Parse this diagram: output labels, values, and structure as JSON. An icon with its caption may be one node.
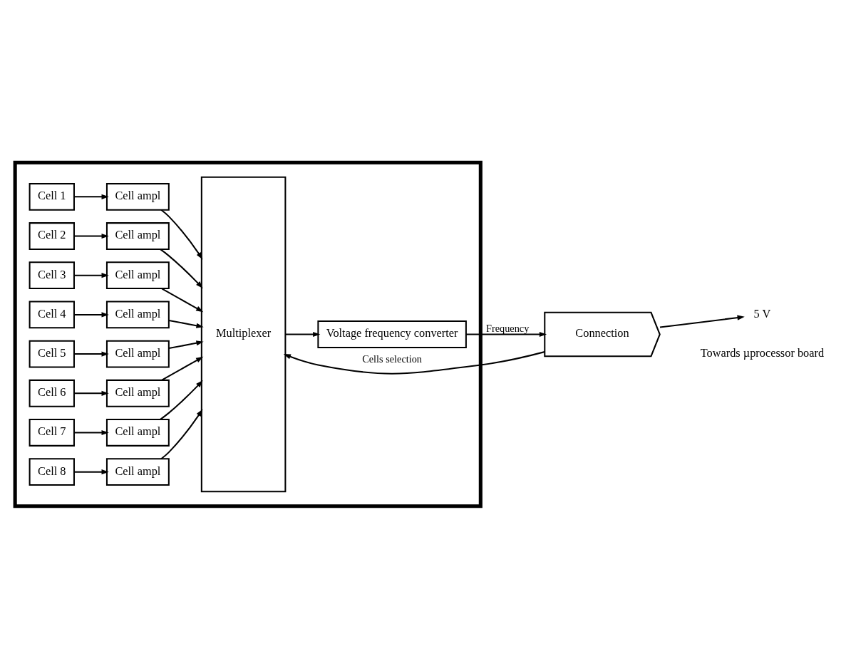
{
  "diagram": {
    "nodes": [
      {
        "text": [],
        "shape": "box"
      },
      {
        "text": [
          "Cell 1"
        ],
        "in": 0
      },
      {
        "text": [
          "Cell 2"
        ],
        "in": 0
      },
      {
        "text": [
          "Cell 3"
        ],
        "in": 0
      },
      {
        "text": [
          "Cell 4"
        ],
        "in": 0
      },
      {
        "text": [
          "Cell 5"
        ],
        "in": 0
      },
      {
        "text": [
          "Cell 6"
        ],
        "in": 0
      },
      {
        "text": [
          "Cell 7"
        ],
        "in": 0
      },
      {
        "text": [
          "Cell 8"
        ],
        "in": 0
      },
      {
        "text": [
          "Cell ampl"
        ],
        "in": 0
      },
      {
        "text": [
          "Cell ampl"
        ],
        "in": 0
      },
      {
        "text": [
          "Cell ampl"
        ],
        "in": 0
      },
      {
        "text": [
          "Cell ampl"
        ],
        "in": 0
      },
      {
        "text": [
          "Cell ampl"
        ],
        "in": 0
      },
      {
        "text": [
          "Cell ampl"
        ],
        "in": 0
      },
      {
        "text": [
          "Cell ampl"
        ],
        "in": 0
      },
      {
        "text": [
          "Cell ampl"
        ],
        "in": 0
      },
      {
        "text": [
          "Multiplexer"
        ],
        "in": 0
      },
      {
        "text": [
          "Voltage frequency converter"
        ],
        "in": 0
      },
      {
        "text": [
          "Connection"
        ],
        "beside": [
          "Towards µprocessor board"
        ]
      },
      {
        "text": [
          "5 V"
        ]
      }
    ],
    "edges": [
      {
        "from": 1,
        "to": 9,
        "arrow": "to"
      },
      {
        "from": 2,
        "to": 10,
        "arrow": "to"
      },
      {
        "from": 3,
        "to": 11,
        "arrow": "to"
      },
      {
        "from": 4,
        "to": 12,
        "arrow": "to"
      },
      {
        "from": 5,
        "to": 13,
        "arrow": "to"
      },
      {
        "from": 6,
        "to": 14,
        "arrow": "to"
      },
      {
        "from": 7,
        "to": 15,
        "arrow": "to"
      },
      {
        "from": 8,
        "to": 16,
        "arrow": "to"
      },
      {
        "from": 9,
        "to": 17,
        "arrow": "to"
      },
      {
        "from": 10,
        "to": 17,
        "arrow": "to"
      },
      {
        "from": 11,
        "to": 17,
        "arrow": "to"
      },
      {
        "from": 12,
        "to": 17,
        "arrow": "to"
      },
      {
        "from": 13,
        "to": 17,
        "arrow": "to"
      },
      {
        "from": 14,
        "to": 17,
        "arrow": "to"
      },
      {
        "from": 15,
        "to": 17,
        "arrow": "to"
      },
      {
        "from": 16,
        "to": 17,
        "arrow": "to"
      },
      {
        "from": 17,
        "to": 18,
        "arrow": "to"
      },
      {
        "from": 18,
        "to": 19,
        "arrow": "to",
        "label": "Frequency"
      },
      {
        "from": 19,
        "to": 17,
        "arrow": "to",
        "label": "Cells selection"
      },
      {
        "from": 19,
        "to": 20,
        "arrow": "to"
      }
    ]
  }
}
